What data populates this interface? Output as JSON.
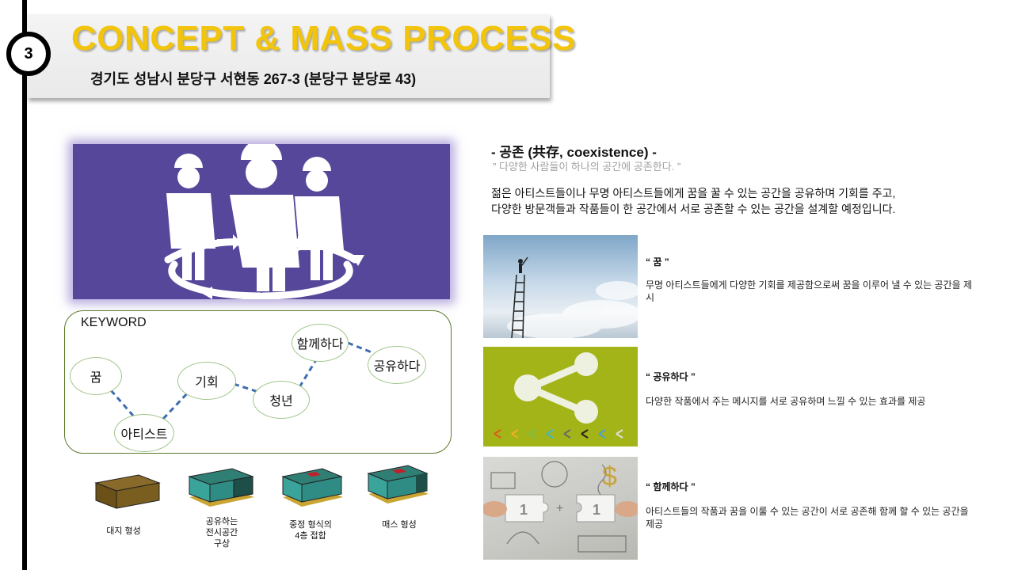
{
  "header": {
    "section_number": "3",
    "title": "CONCEPT & MASS PROCESS",
    "address": "경기도 성남시 분당구 서현동 267-3 (분당구 분당로 43)"
  },
  "concept": {
    "heading": "- 공존 (共存, coexistence) -",
    "quote": "” 다양한 사람들이 하나의 공간에 공존한다. ”",
    "body_line1": "젊은 아티스트들이나 무명 아티스트들에게 꿈을 꿀 수 있는 공간을 공유하며 기회를 주고,",
    "body_line2": "다양한 방문객들과 작품들이 한 공간에서 서로 공존할 수 있는 공간을 설계할 예정입니다."
  },
  "keyword": {
    "title": "KEYWORD",
    "words": [
      "꿈",
      "아티스트",
      "기회",
      "청년",
      "함께하다",
      "공유하다"
    ]
  },
  "mass_steps": [
    {
      "label": "대지 형성"
    },
    {
      "label1": "공유하는",
      "label2": "전시공간",
      "label3": "구상"
    },
    {
      "label1": "중정 형식의",
      "label2": "4층 접합"
    },
    {
      "label": "매스 형성"
    }
  ],
  "points": [
    {
      "title": "“ 꿈 ”",
      "desc": "무명 아티스트들에게 다양한 기회를 제공함으로써 꿈을 이루어 낼 수 있는 공간을 제시"
    },
    {
      "title": "“ 공유하다 ”",
      "desc": "다양한 작품에서 주는 메시지를 서로 공유하며 느낄 수 있는 효과를 제공"
    },
    {
      "title": "“ 함께하다 ”",
      "desc": "아티스트들의 작품과 꿈을 이룰 수 있는 공간이 서로 공존해 함께 할 수 있는 공간을 제공"
    }
  ],
  "colors": {
    "title_yellow": "#f2c40c",
    "concept_purple": "#57479a",
    "keyword_line": "#3e6db0",
    "mass_teal": "#3aa39a"
  }
}
